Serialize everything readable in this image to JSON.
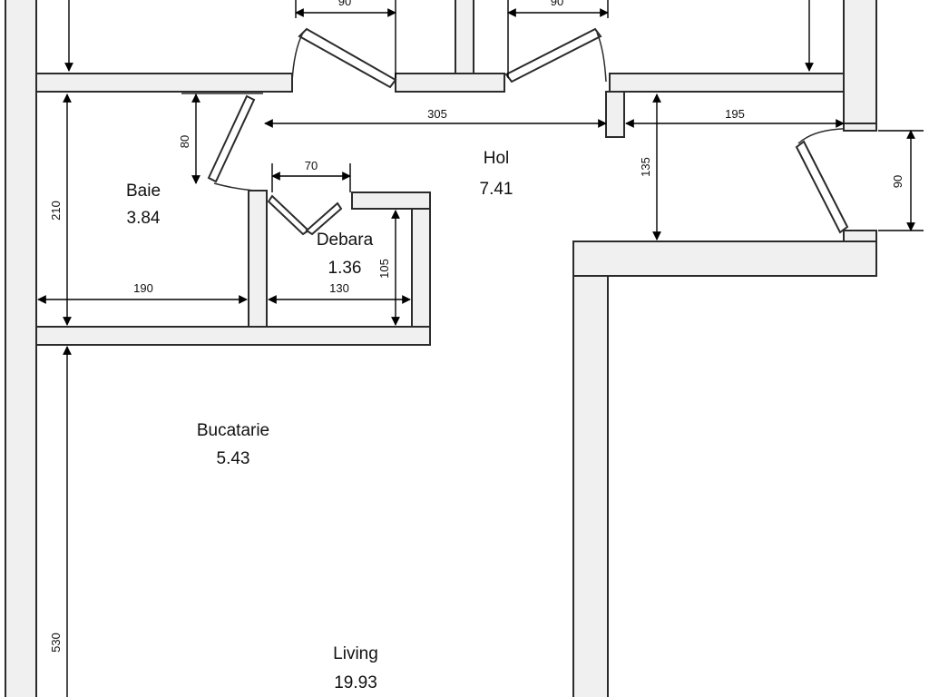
{
  "rooms": {
    "baie": {
      "name": "Baie",
      "area": "3.84"
    },
    "hol": {
      "name": "Hol",
      "area": "7.41"
    },
    "debara": {
      "name": "Debara",
      "area": "1.36"
    },
    "bucatarie": {
      "name": "Bucatarie",
      "area": "5.43"
    },
    "living": {
      "name": "Living",
      "area": "19.93"
    }
  },
  "dimensions": {
    "top_left_door": "90",
    "top_right_door": "90",
    "hol_length": "305",
    "right_corridor": "195",
    "baie_door": "80",
    "debara_door": "70",
    "baie_height": "210",
    "baie_width": "190",
    "debara_width": "130",
    "debara_height": "105",
    "corridor_height": "135",
    "entrance_door": "90",
    "living_height": "530"
  },
  "colors": {
    "wall_fill": "#f0f0f0",
    "line": "#2b2b2b"
  }
}
